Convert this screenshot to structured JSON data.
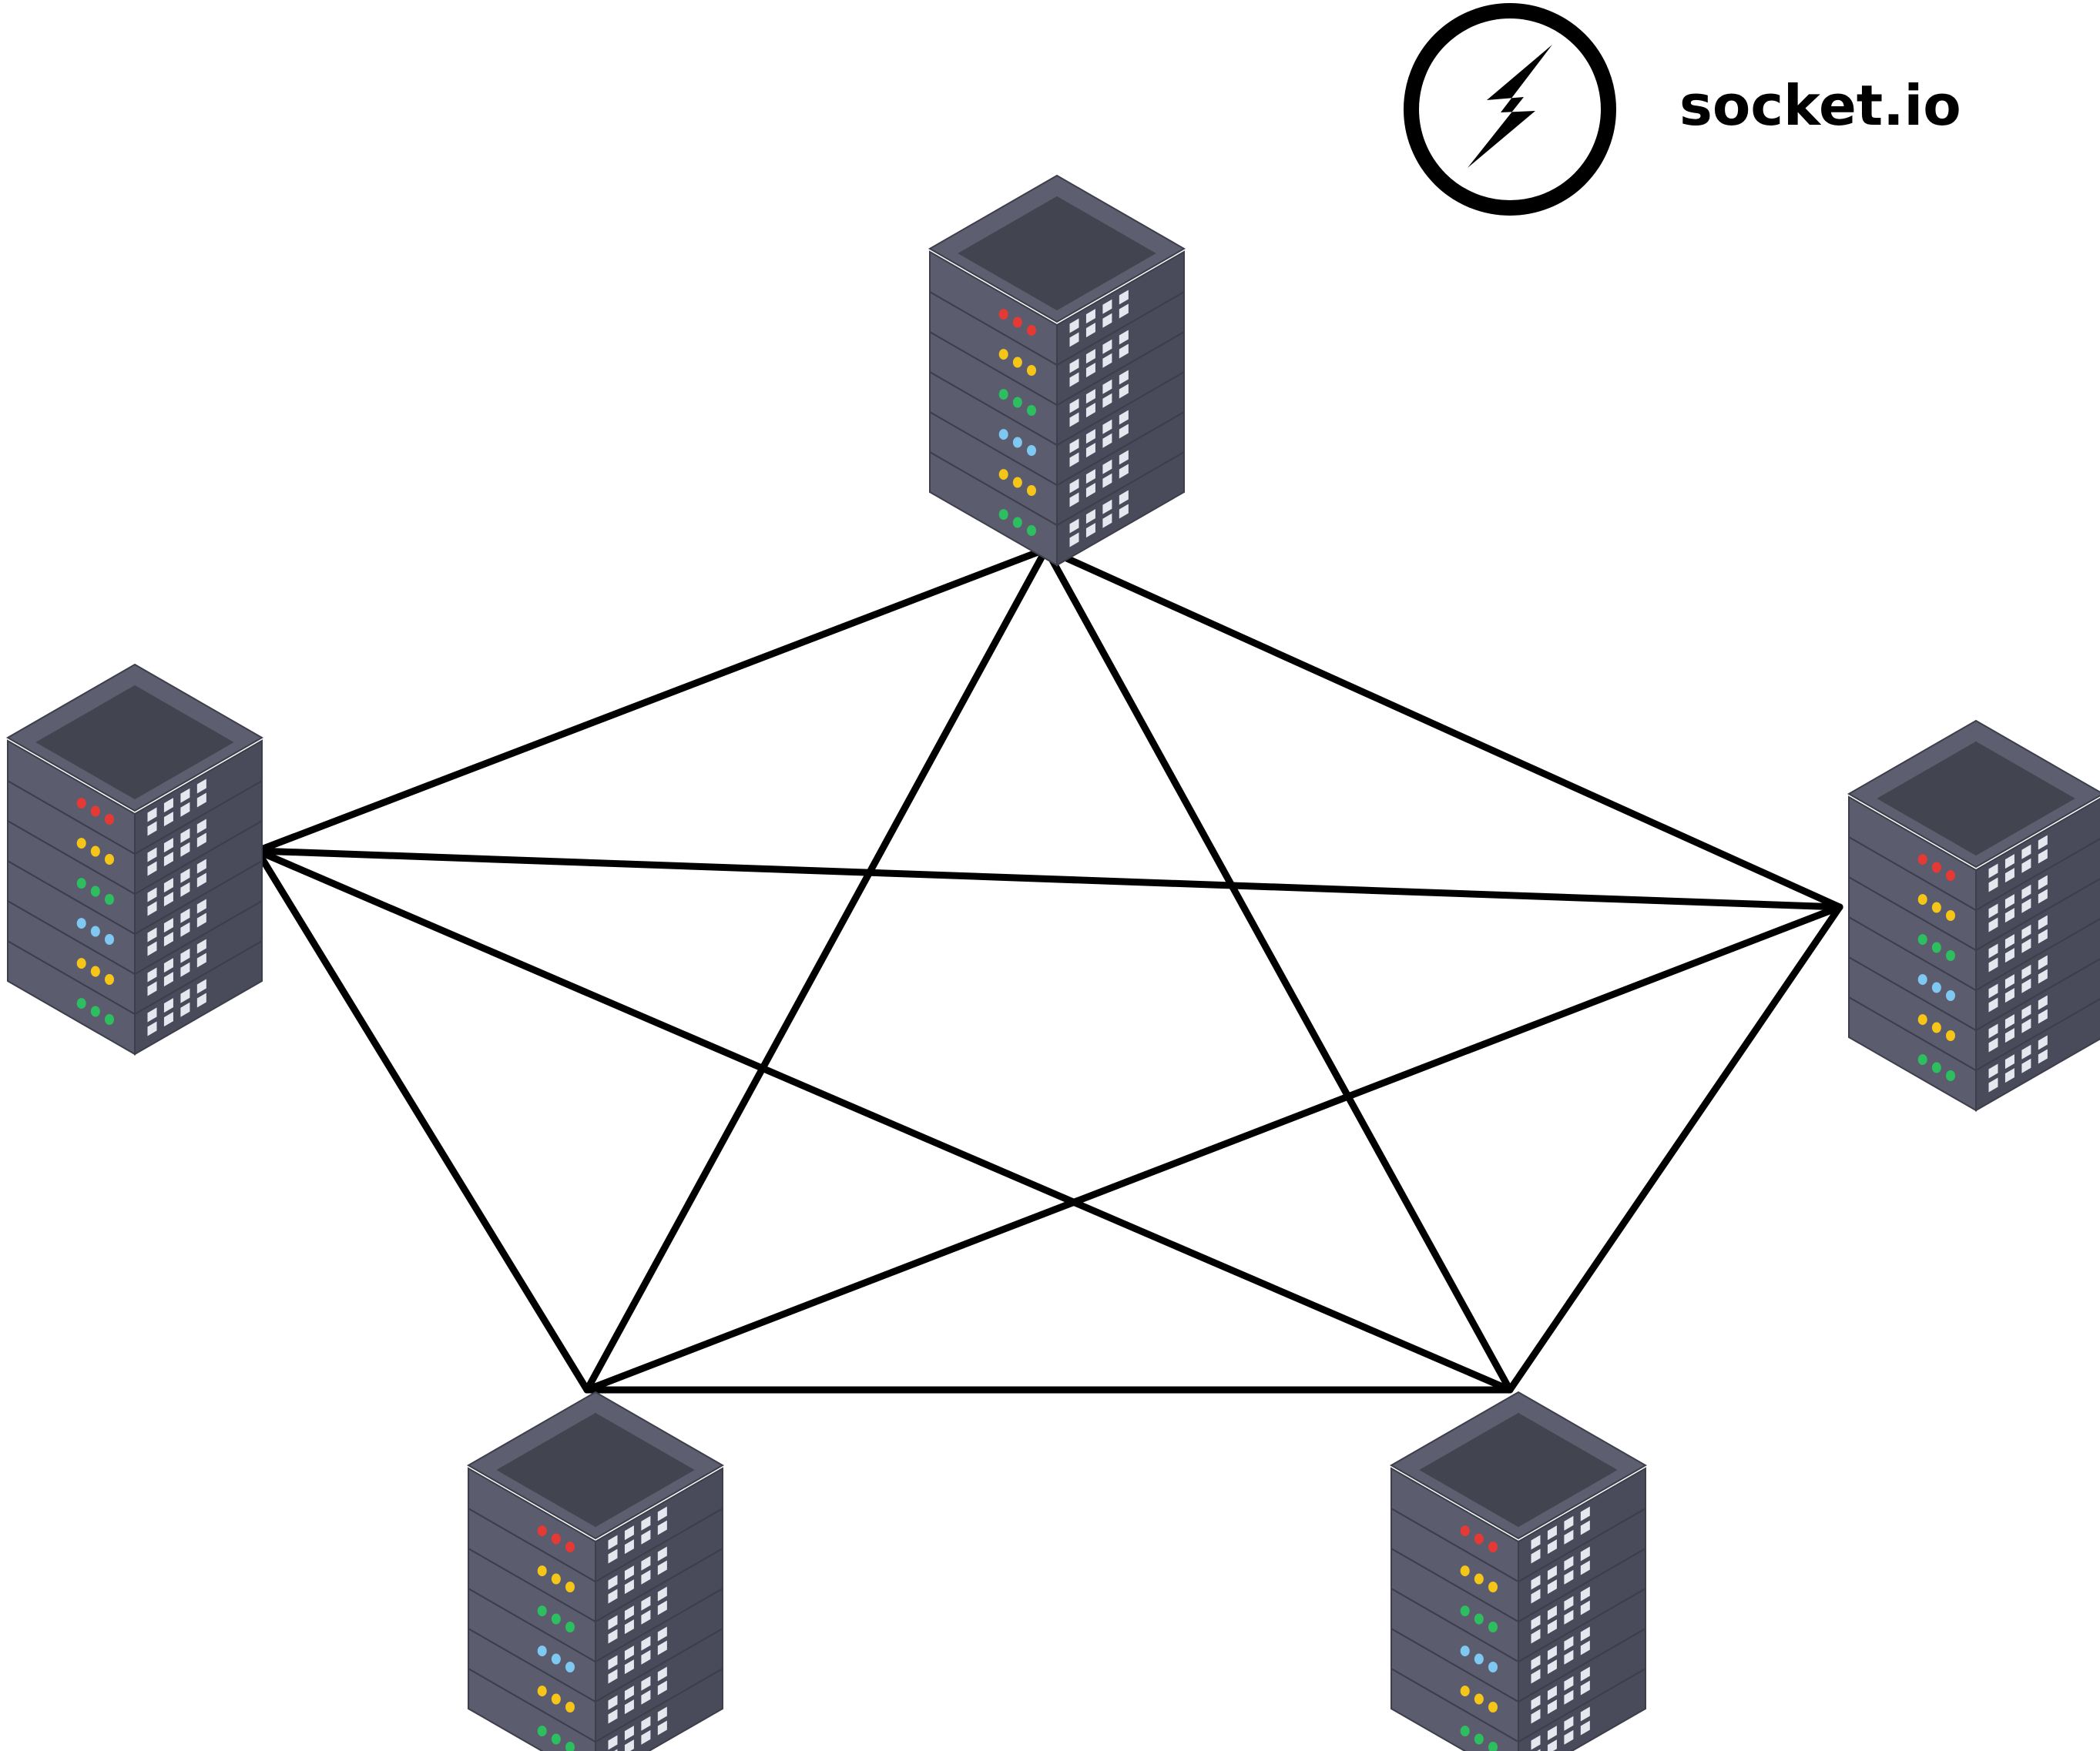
{
  "brand": {
    "name": "socket.io",
    "icon": "socketio-logo-icon"
  },
  "diagram": {
    "topology": "full-mesh",
    "node_icon": "server-rack-icon",
    "nodes": [
      {
        "id": "server-top"
      },
      {
        "id": "server-left"
      },
      {
        "id": "server-right"
      },
      {
        "id": "server-bottom-left"
      },
      {
        "id": "server-bottom-right"
      }
    ],
    "connections": [
      [
        "server-top",
        "server-left"
      ],
      [
        "server-top",
        "server-right"
      ],
      [
        "server-top",
        "server-bottom-left"
      ],
      [
        "server-top",
        "server-bottom-right"
      ],
      [
        "server-left",
        "server-right"
      ],
      [
        "server-left",
        "server-bottom-left"
      ],
      [
        "server-left",
        "server-bottom-right"
      ],
      [
        "server-right",
        "server-bottom-left"
      ],
      [
        "server-right",
        "server-bottom-right"
      ],
      [
        "server-bottom-left",
        "server-bottom-right"
      ]
    ]
  },
  "colors": {
    "line": "#000000",
    "server_top_face": "#42444f",
    "server_front": "#5b5c6e",
    "server_side": "#4a4b5a",
    "vent": "#e6e6ee",
    "led_rows": [
      "#e53935",
      "#f5c518",
      "#2dbf5f",
      "#7ec8f2",
      "#f5c518",
      "#2dbf5f"
    ]
  }
}
